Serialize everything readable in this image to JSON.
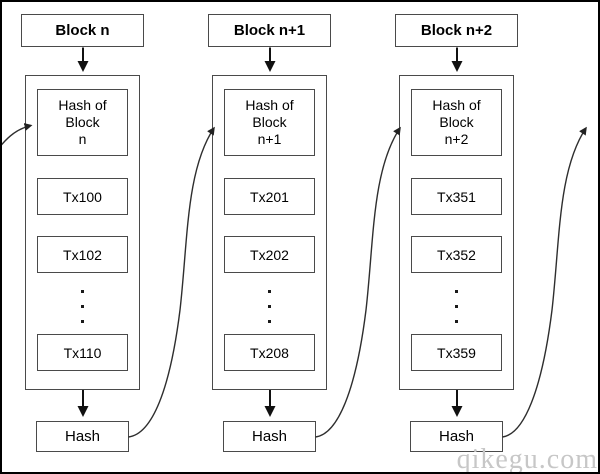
{
  "diagram": {
    "title_semantic": "blockchain-hash-chain-diagram",
    "watermark": "qikegu.com",
    "colors": {
      "background": "#ffffff",
      "box_border": "#4a4a4a",
      "line": "#2e2e2e",
      "text": "#000000",
      "watermark": "#c7c7c7",
      "outer_border": "#000000"
    },
    "icons": {
      "ellipsis": "vertical-dots-icon",
      "arrowhead": "solid-triangle-arrow"
    },
    "columns": [
      {
        "block_label": "Block n",
        "hash_of": "Hash of\nBlock\nn",
        "txs": [
          "Tx100",
          "Tx102",
          "Tx110"
        ],
        "hash_label": "Hash"
      },
      {
        "block_label": "Block n+1",
        "hash_of": "Hash of\nBlock\nn+1",
        "txs": [
          "Tx201",
          "Tx202",
          "Tx208"
        ],
        "hash_label": "Hash"
      },
      {
        "block_label": "Block n+2",
        "hash_of": "Hash of\nBlock\nn+2",
        "txs": [
          "Tx351",
          "Tx352",
          "Tx359"
        ],
        "hash_label": "Hash"
      }
    ]
  }
}
